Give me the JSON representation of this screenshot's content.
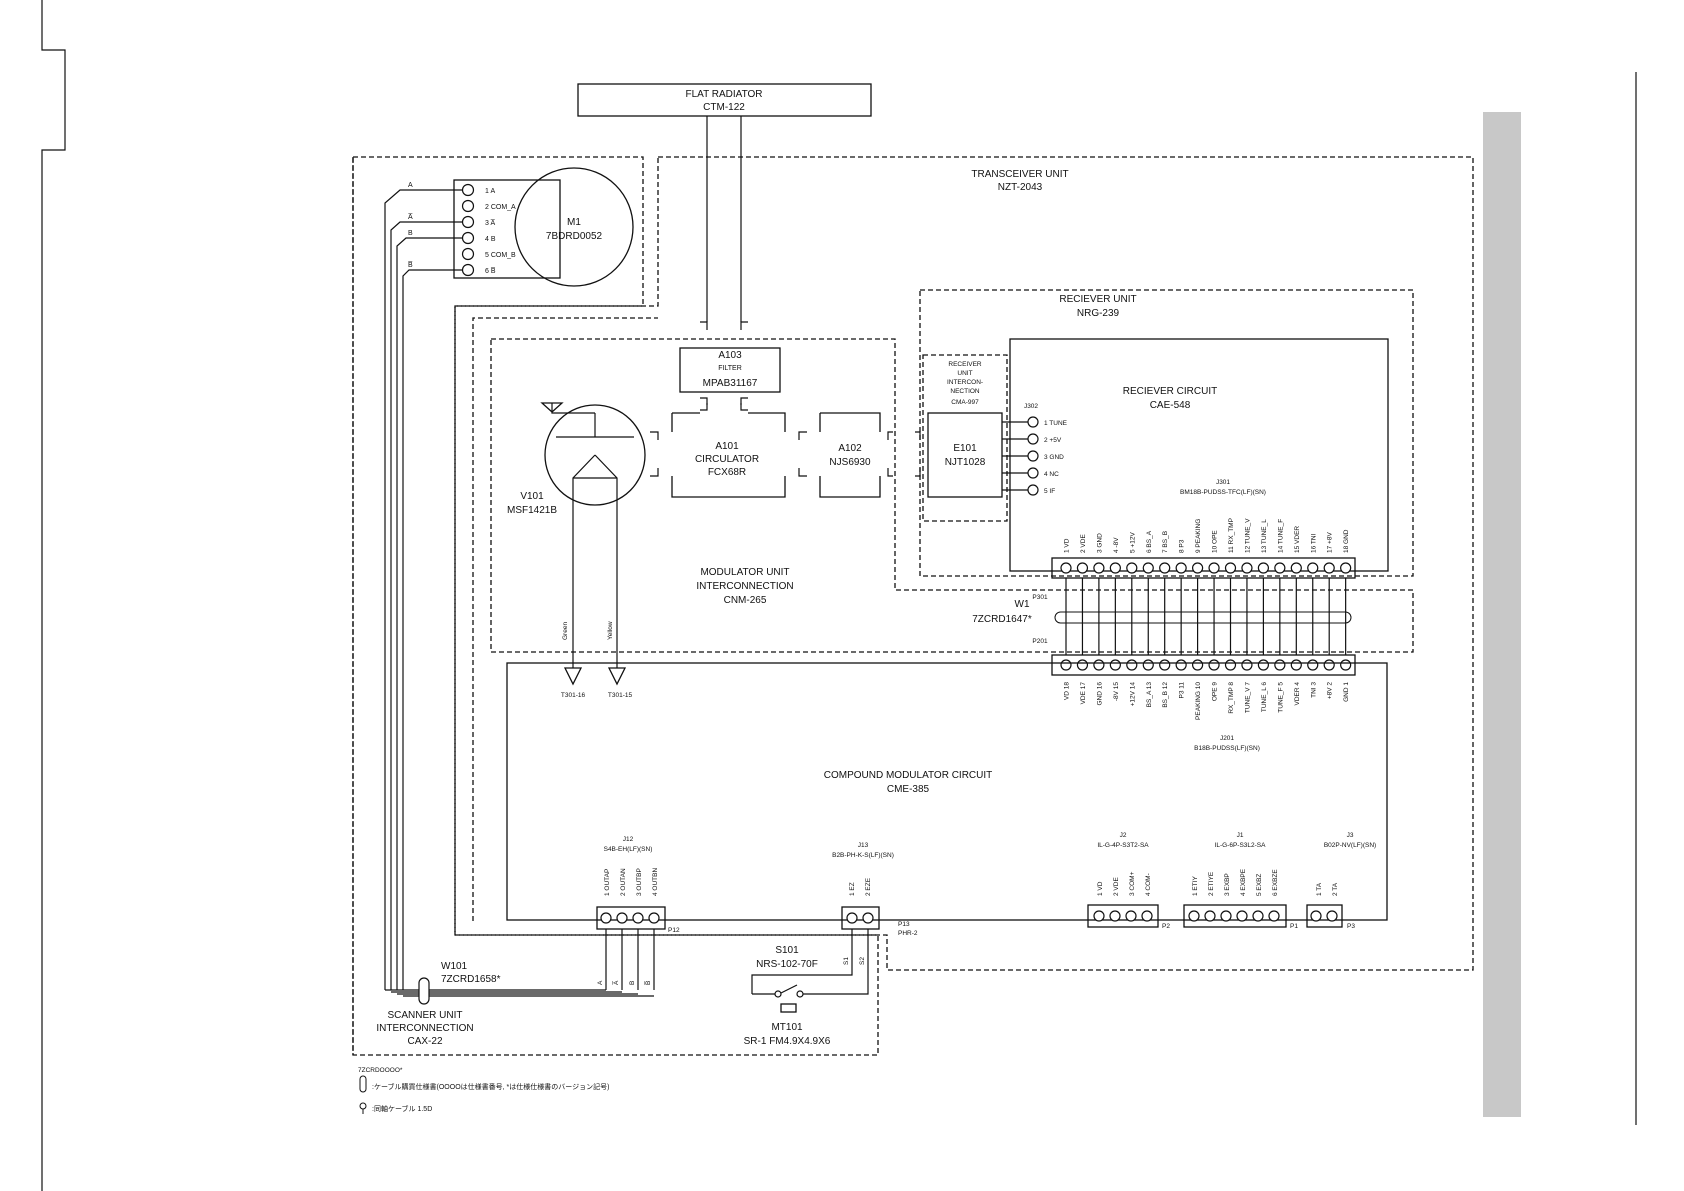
{
  "diagram": {
    "radiator": {
      "name": "FLAT RADIATOR",
      "model": "CTM-122"
    },
    "transceiver": {
      "name": "TRANSCEIVER UNIT",
      "model": "NZT-2043"
    },
    "motor": {
      "name": "M1",
      "model": "7BDRD0052",
      "pins": [
        "1 A",
        "2 COM_A",
        "3 A̅",
        "4 B",
        "5 COM_B",
        "6 B̅"
      ],
      "wires": [
        "A",
        "A̅",
        "B",
        "B̅"
      ]
    },
    "receiver_unit": {
      "name": "RECIEVER UNIT",
      "model": "NRG-239"
    },
    "receiver_circuit": {
      "name": "RECIEVER CIRCUIT",
      "model": "CAE-548"
    },
    "receiver_interconnection": {
      "l1": "RECEIVER",
      "l2": "UNIT",
      "l3": "INTERCON-",
      "l4": "NECTION",
      "model": "CMA-997"
    },
    "filter": {
      "ref": "A103",
      "name": "FILTER",
      "model": "MPAB31167"
    },
    "circulator": {
      "ref": "A101",
      "name": "CIRCULATOR",
      "model": "FCX68R"
    },
    "a102": {
      "ref": "A102",
      "model": "NJS6930"
    },
    "e101": {
      "ref": "E101",
      "model": "NJT1028"
    },
    "j302": {
      "ref": "J302",
      "pins": [
        "1 TUNE",
        "2 +5V",
        "3 GND",
        "4 NC",
        "5 IF"
      ]
    },
    "v101": {
      "ref": "V101",
      "model": "MSF1421B",
      "wire_green": "Green",
      "wire_yellow": "Yellow"
    },
    "t301_16": "T301-16",
    "t301_15": "T301-15",
    "modulator_interconnection": {
      "l1": "MODULATOR UNIT",
      "l2": "INTERCONNECTION",
      "model": "CNM-265"
    },
    "j301": {
      "ref": "J301",
      "model": "BM18B-PUDSS-TFC(LF)(SN)",
      "pins": [
        "1 VD",
        "2 VDE",
        "3 GND",
        "4 -8V",
        "5 +12V",
        "6 BS_A",
        "7 BS_B",
        "8 P3",
        "9 PEAKING",
        "10 OPE",
        "11 RX_TMP",
        "12 TUNE_V",
        "13 TUNE_L",
        "14 TUNE_F",
        "15 VDER",
        "16 TNI",
        "17 +8V",
        "18 GND"
      ]
    },
    "w1": {
      "ref": "W1",
      "model": "7ZCRD1647*",
      "p301": "P301",
      "p201": "P201"
    },
    "j201": {
      "ref": "J201",
      "model": "B18B-PUDSS(LF)(SN)",
      "pins": [
        "VD 18",
        "VDE 17",
        "GND 16",
        "-8V 15",
        "+12V 14",
        "BS_A 13",
        "BS_B 12",
        "P3 11",
        "PEAKING 10",
        "OPE 9",
        "RX_TMP 8",
        "TUNE_V 7",
        "TUNE_L 6",
        "TUNE_F 5",
        "VDER 4",
        "TNI 3",
        "+8V 2",
        "GND 1"
      ]
    },
    "compound": {
      "name": "COMPOUND MODULATOR CIRCUIT",
      "model": "CME-385"
    },
    "j12": {
      "ref": "J12",
      "model": "S4B-EH(LF)(SN)",
      "pins": [
        "1 OUTAP",
        "2 OUTAN",
        "3 OUTBP",
        "4 OUTBN"
      ],
      "plug": "P12"
    },
    "j13": {
      "ref": "J13",
      "model": "B2B-PH-K-S(LF)(SN)",
      "pins": [
        "1 EZ",
        "2 EZE"
      ],
      "plug": "P13",
      "plug_model": "PHR-2",
      "wire_labels": [
        "S1",
        "S2"
      ]
    },
    "j2": {
      "ref": "J2",
      "model": "IL-G-4P-S3T2-SA",
      "pins": [
        "1 VD",
        "2 VDE",
        "3 COM+",
        "4 COM-"
      ],
      "plug": "P2"
    },
    "j1": {
      "ref": "J1",
      "model": "IL-G-6P-S3L2-SA",
      "pins": [
        "1 ETIY",
        "2 ETIYE",
        "3 EXBP",
        "4 EXBPE",
        "5 EXBZ",
        "6 EXBZE"
      ],
      "plug": "P1"
    },
    "j3": {
      "ref": "J3",
      "model": "B02P-NV(LF)(SN)",
      "pins": [
        "1 TA",
        "2 TA"
      ],
      "plug": "P3"
    },
    "s101": {
      "ref": "S101",
      "model": "NRS-102-70F"
    },
    "mt101": {
      "ref": "MT101",
      "model": "SR-1 FM4.9X4.9X6"
    },
    "w101": {
      "ref": "W101",
      "model": "7ZCRD1658*",
      "wires": [
        "A",
        "A̅",
        "B",
        "B̅"
      ]
    },
    "scanner": {
      "l1": "SCANNER UNIT",
      "l2": "INTERCONNECTION",
      "model": "CAX-22"
    },
    "legend": {
      "cable_code": "7ZCRDOOOO*",
      "cable_note": ":ケーブル購買仕様書(OOOOは仕様書番号, *は仕様仕様書のバージョン記号)",
      "coax_note": ":同軸ケーブル 1.5D"
    },
    "colors": {
      "ink": "#111111",
      "side_bar": "#c8c8c8"
    }
  }
}
